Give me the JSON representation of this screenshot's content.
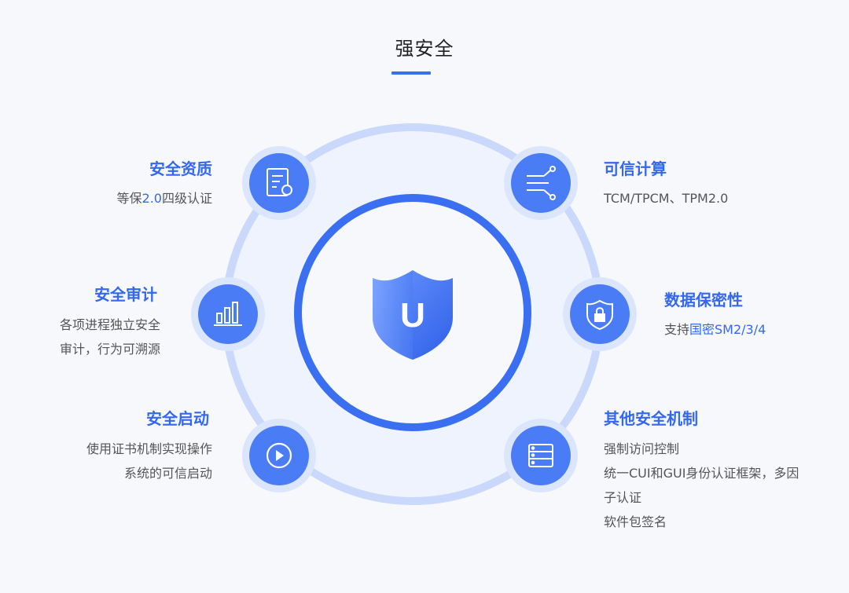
{
  "header": {
    "title": "强安全"
  },
  "center": {
    "shield_letter": "U"
  },
  "features": {
    "cert": {
      "title": "安全资质",
      "desc": {
        "pre": "等保",
        "hl": "2.0",
        "post": "四级认证"
      },
      "icon": "certificate-icon"
    },
    "audit": {
      "title": "安全审计",
      "desc_lines": [
        "各项进程独立安全",
        "审计，行为可溯源"
      ],
      "icon": "bar-chart-icon"
    },
    "boot": {
      "title": "安全启动",
      "desc_lines": [
        "使用证书机制实现操作",
        "系统的可信启动"
      ],
      "icon": "play-icon"
    },
    "trusted": {
      "title": "可信计算",
      "desc_lines": [
        "TCM/TPCM、TPM2.0"
      ],
      "icon": "circuit-icon"
    },
    "privacy": {
      "title": "数据保密性",
      "desc": {
        "pre": "支持",
        "hl": "国密SM2/3/4",
        "post": ""
      },
      "icon": "shield-lock-icon"
    },
    "other": {
      "title": "其他安全机制",
      "desc_lines": [
        "强制访问控制",
        "统一CUI和GUI身份认证框架，多因",
        "子认证",
        "软件包签名"
      ],
      "icon": "server-list-icon"
    }
  },
  "colors": {
    "accent": "#3568f0",
    "node_fill": "#4a7df5",
    "outer_ring": "#c9d8fb",
    "inner_ring": "#3a6ff2"
  }
}
